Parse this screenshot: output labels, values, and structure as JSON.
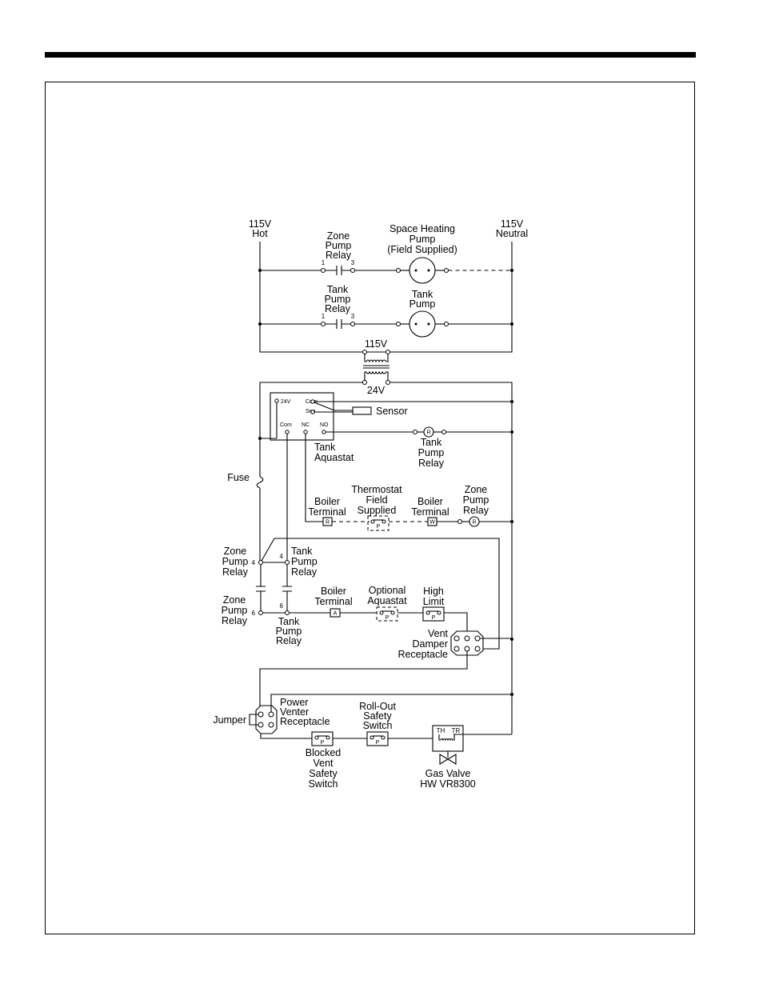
{
  "labels": {
    "hot_line1": "115V",
    "hot_line2": "Hot",
    "neutral_line1": "115V",
    "neutral_line2": "Neutral",
    "zone_pump_relay_top": [
      "Zone",
      "Pump",
      "Relay"
    ],
    "space_heating_pump": [
      "Space Heating",
      "Pump",
      "(Field Supplied)"
    ],
    "tank_pump_relay_top": [
      "Tank",
      "Pump",
      "Relay"
    ],
    "tank_pump": [
      "Tank",
      "Pump"
    ],
    "transformer_primary": "115V",
    "transformer_secondary": "24V",
    "sensor": "Sensor",
    "tank_aquastat": [
      "Tank",
      "Aquastat"
    ],
    "tank_pump_relay_coil": [
      "Tank",
      "Pump",
      "Relay"
    ],
    "fuse": "Fuse",
    "boiler_terminal_r": [
      "Boiler",
      "Terminal"
    ],
    "thermostat": [
      "Thermostat",
      "Field",
      "Supplied"
    ],
    "boiler_terminal_w": [
      "Boiler",
      "Terminal"
    ],
    "zone_pump_relay_coil": [
      "Zone",
      "Pump",
      "Relay"
    ],
    "zone_pump_relay_4": [
      "Zone",
      "Pump",
      "Relay"
    ],
    "tank_pump_relay_4": [
      "Tank",
      "Pump",
      "Relay"
    ],
    "zone_pump_relay_6": [
      "Zone",
      "Pump",
      "Relay"
    ],
    "tank_pump_relay_6": [
      "Tank",
      "Pump",
      "Relay"
    ],
    "boiler_terminal_a": [
      "Boiler",
      "Terminal"
    ],
    "optional_aquastat": [
      "Optional",
      "Aquastat"
    ],
    "high_limit": [
      "High",
      "Limit"
    ],
    "vent_damper": [
      "Vent",
      "Damper",
      "Receptacle"
    ],
    "power_venter": [
      "Power",
      "Venter",
      "Receptacle"
    ],
    "jumper": "Jumper",
    "rollout_switch": [
      "Roll-Out",
      "Safety",
      "Switch"
    ],
    "blocked_vent": [
      "Blocked",
      "Vent",
      "Safety",
      "Switch"
    ],
    "gas_valve": [
      "Gas Valve",
      "HW VR8300"
    ]
  },
  "terminals": {
    "relay_pin_1": "1",
    "relay_pin_3": "3",
    "relay_pin_4": "4",
    "relay_pin_6": "6",
    "aquastat_24v": "24V",
    "aquastat_com_top": "Com",
    "aquastat_sen": "Sen",
    "aquastat_com": "Com",
    "aquastat_nc": "NC",
    "aquastat_no": "NO",
    "coil_letter": "R",
    "terminal_r": "R",
    "terminal_w": "W",
    "terminal_a": "A",
    "switch_letter": "P",
    "gas_th": "TH",
    "gas_tr": "TR"
  }
}
